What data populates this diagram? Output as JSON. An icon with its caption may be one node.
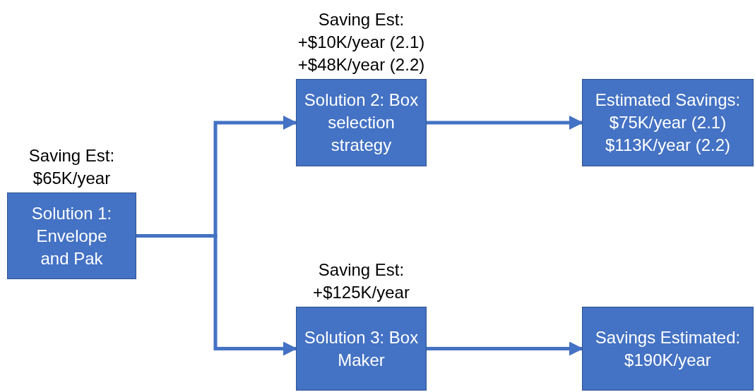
{
  "diagram": {
    "nodes": [
      {
        "text": [
          "Solution 1: Envelope and Pak"
        ],
        "beside": [
          "Saving Est: $65K/year"
        ]
      },
      {
        "text": [
          "Solution 2: Box selection strategy"
        ],
        "beside": [
          "Saving Est: +$10K/year (2.1) +$48K/year (2.2)"
        ]
      },
      {
        "text": [
          "Estimated Savings: $75K/year (2.1) $113K/year (2.2)"
        ]
      },
      {
        "text": [
          "Solution 3: Box Maker"
        ],
        "beside": [
          "Saving Est: +$125K/year"
        ]
      },
      {
        "text": [
          "Savings Estimated: $190K/year"
        ]
      }
    ],
    "edges": [
      {
        "from": 0,
        "to": 1,
        "arrow": "to"
      },
      {
        "from": 0,
        "to": 3,
        "arrow": "to"
      },
      {
        "from": 1,
        "to": 2,
        "arrow": "to"
      },
      {
        "from": 3,
        "to": 4,
        "arrow": "to"
      }
    ]
  }
}
